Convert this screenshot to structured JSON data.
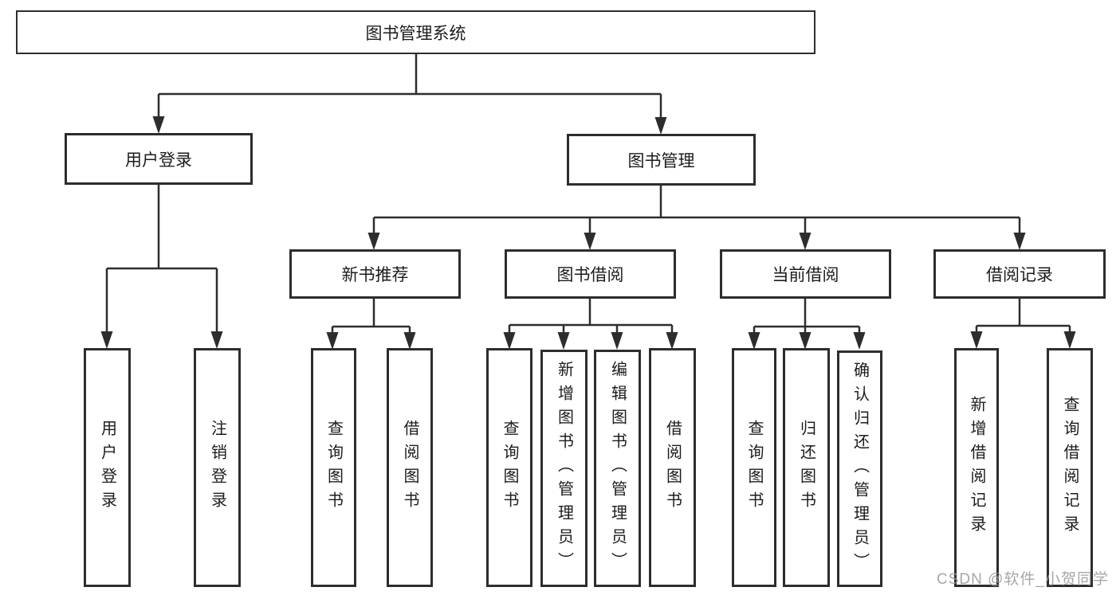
{
  "diagram": {
    "root": {
      "label": "图书管理系统"
    },
    "level2": [
      {
        "label": "用户登录"
      },
      {
        "label": "图书管理"
      }
    ],
    "level3": [
      {
        "label": "新书推荐"
      },
      {
        "label": "图书借阅"
      },
      {
        "label": "当前借阅"
      },
      {
        "label": "借阅记录"
      }
    ],
    "leaves": {
      "user_login": [
        "用户登录",
        "注销登录"
      ],
      "new_books": [
        "查询图书",
        "借阅图书"
      ],
      "book_borrow": [
        "查询图书",
        "新增图书（管理员）",
        "编辑图书（管理员）",
        "借阅图书"
      ],
      "current_borrow": [
        "查询图书",
        "归还图书",
        "确认归还（管理员）"
      ],
      "borrow_records": [
        "新增借阅记录",
        "查询借阅记录"
      ]
    }
  },
  "watermark": "CSDN @软件_小贺同学",
  "colors": {
    "line": "#2d2d2d",
    "box_border": "#2d2d2d",
    "text": "#1c1c1c",
    "background": "#ffffff",
    "watermark": "#969696"
  }
}
